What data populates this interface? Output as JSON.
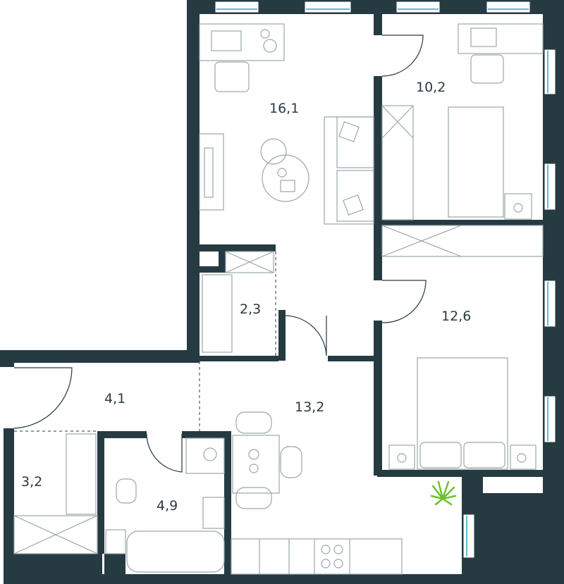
{
  "plan": {
    "rooms": [
      {
        "id": "living",
        "area": "16,1"
      },
      {
        "id": "bedroom-small",
        "area": "10,2"
      },
      {
        "id": "closet",
        "area": "2,3"
      },
      {
        "id": "bedroom-large",
        "area": "12,6"
      },
      {
        "id": "hall",
        "area": "4,1"
      },
      {
        "id": "kitchen",
        "area": "13,2"
      },
      {
        "id": "storage",
        "area": "3,2"
      },
      {
        "id": "bathroom",
        "area": "4,9"
      }
    ],
    "colors": {
      "wall": "#263a42",
      "window_glass": "#2aa5c9",
      "plant": "#6fbf2a",
      "furniture": "#9aa6aa"
    }
  }
}
